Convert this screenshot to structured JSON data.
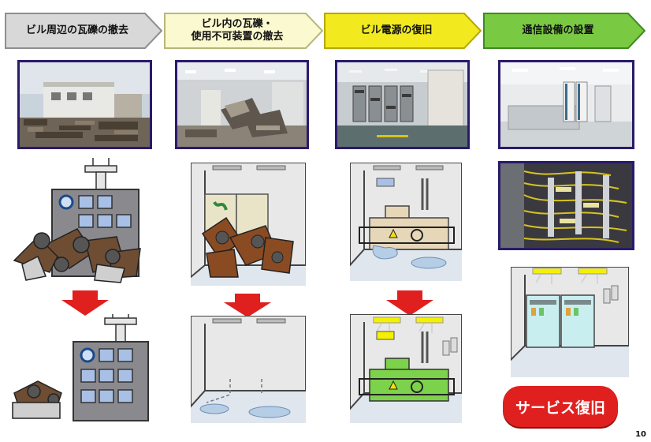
{
  "steps": [
    {
      "label": "ビル周辺の瓦礫の撤去",
      "fill": "#d8d8d8",
      "stroke": "#8e8e8e"
    },
    {
      "label": "ビル内の瓦礫・\n使用不可装置の撤去",
      "fill": "#fbf9cf",
      "stroke": "#b9b67a"
    },
    {
      "label": "ビル電源の復旧",
      "fill": "#f2ea1f",
      "stroke": "#b5a800"
    },
    {
      "label": "通信設備の設置",
      "fill": "#7ac943",
      "stroke": "#3f8a1f"
    }
  ],
  "photos": [
    {
      "name": "photo-collapsed-building"
    },
    {
      "name": "photo-debris-interior"
    },
    {
      "name": "photo-power-equipment"
    },
    {
      "name": "photo-equipment-room"
    },
    {
      "name": "photo-cable-wiring"
    }
  ],
  "badge": {
    "label": "サービス復旧"
  },
  "page_number": "10",
  "colors": {
    "photo_border": "#2a1a6b",
    "arrow_red": "#e0201f",
    "badge_red": "#e0201f",
    "light_yellow": "#f5f000",
    "equip_green": "#7cd24a"
  }
}
